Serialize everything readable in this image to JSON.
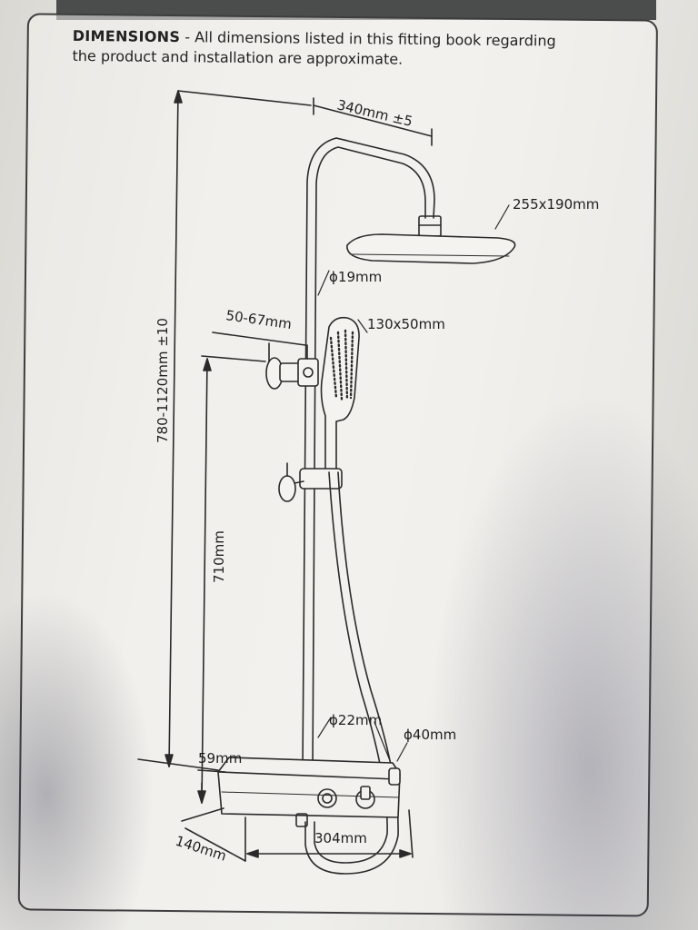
{
  "heading": {
    "title": "DIMENSIONS",
    "separator": " - ",
    "text_line1": "All dimensions listed in this fitting book regarding",
    "text_line2": "the product and installation are approximate."
  },
  "labels": {
    "arm_length": "340mm ±5",
    "head_size": "255x190mm",
    "riser_diameter": "ϕ19mm",
    "bracket_gap": "50-67mm",
    "handset_size": "130x50mm",
    "overall_height": "780-1120mm ±10",
    "valve_height": "710mm",
    "lower_riser_diameter": "ϕ22mm",
    "hose_diameter": "ϕ40mm",
    "valve_depth": "59mm",
    "valve_width": "304mm",
    "valve_length": "140mm"
  },
  "colors": {
    "line": "#2a2a2a",
    "background": "#eeede9",
    "top_bar": "#4b4d4c"
  }
}
